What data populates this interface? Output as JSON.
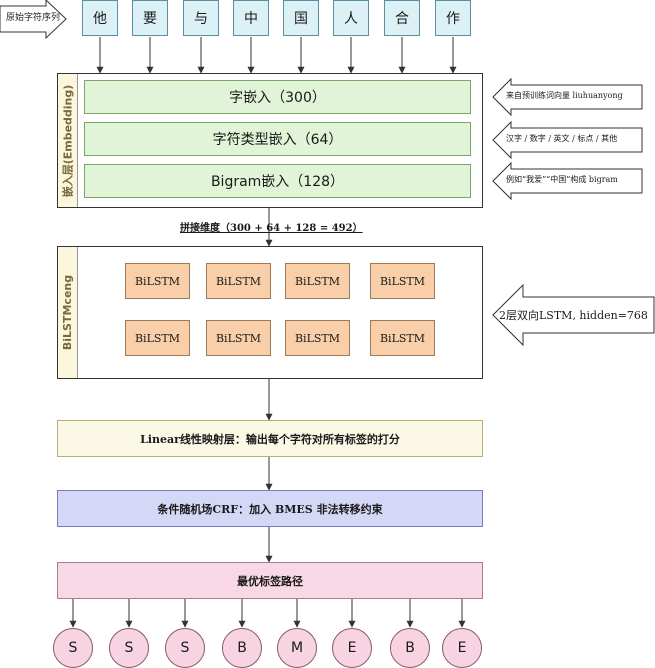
{
  "input": {
    "label": "原始字符序列",
    "chars": [
      "他",
      "要",
      "与",
      "中",
      "国",
      "人",
      "合",
      "作"
    ]
  },
  "embedding": {
    "side_label": "嵌入层(Embedding)",
    "rows": [
      "字嵌入（300）",
      "字符类型嵌入（64）",
      "Bigram嵌入（128）"
    ],
    "notes": [
      "来自预训练词向量 liuhuanyong",
      "汉字 / 数字 / 英文 / 标点 / 其他",
      "例如“我爱”“中国”构成 bigram"
    ]
  },
  "concat_label": "拼接维度（300 + 64 + 128 = 492）",
  "bilstm": {
    "side_label": "BiLSTMceng",
    "cell_label": "BiLSTM",
    "rows": [
      [
        "BiLSTM",
        "BiLSTM",
        "BiLSTM",
        "BiLSTM"
      ],
      [
        "BiLSTM",
        "BiLSTM",
        "BiLSTM",
        "BiLSTM"
      ]
    ],
    "note": "2层双向LSTM, hidden=768"
  },
  "linear": {
    "label": "Linear线性映射层：输出每个字符对所有标签的打分"
  },
  "crf": {
    "label": "条件随机场CRF：加入 BMES 非法转移约束"
  },
  "best_path": {
    "label": "最优标签路径"
  },
  "output_tags": [
    "S",
    "S",
    "S",
    "B",
    "M",
    "E",
    "B",
    "E"
  ],
  "colors": {
    "char_fill": "#dcf1f6",
    "emb_fill": "#e2f4d7",
    "lstm_fill": "#f8cfa8",
    "linear_fill": "#fcf8e6",
    "crf_fill": "#d5d7f7",
    "path_fill": "#f9d8e6",
    "tag_fill": "#f8d3e2"
  }
}
